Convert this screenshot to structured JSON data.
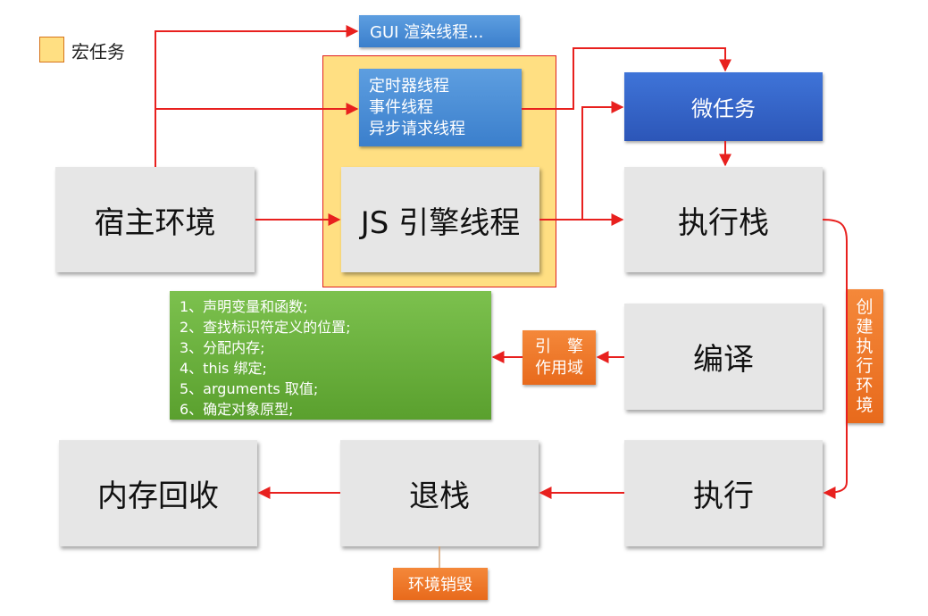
{
  "legend": {
    "label": "宏任务",
    "swatch_color": "#ffdf82"
  },
  "threads": {
    "gui": "GUI 渲染线程...",
    "other": [
      "定时器线程",
      "事件线程",
      "异步请求线程"
    ]
  },
  "boxes": {
    "host": "宿主环境",
    "js_engine": "JS 引擎线程",
    "microtask": "微任务",
    "exec_stack": "执行栈",
    "compile": "编译",
    "execute": "执行",
    "pop_stack": "退栈",
    "gc": "内存回收"
  },
  "labels": {
    "create_context": [
      "创",
      "建",
      "执",
      "行",
      "环",
      "境"
    ],
    "engine_scope": [
      "引　擎",
      "作用域"
    ],
    "env_destroy": "环境销毁"
  },
  "compile_steps": [
    "1、声明变量和函数;",
    "2、查找标识符定义的位置;",
    "3、分配内存;",
    "4、this 绑定;",
    "5、arguments 取值;",
    "6、确定对象原型;"
  ],
  "colors": {
    "arrow": "#e8201e",
    "macrotask_zone": "#ffdf82",
    "microtask": "#2f5cc0",
    "thread_box": "#4a8fd8",
    "orange_label": "#ec741f",
    "green_box": "#6ab23c",
    "gray_box": "#e6e6e6"
  }
}
